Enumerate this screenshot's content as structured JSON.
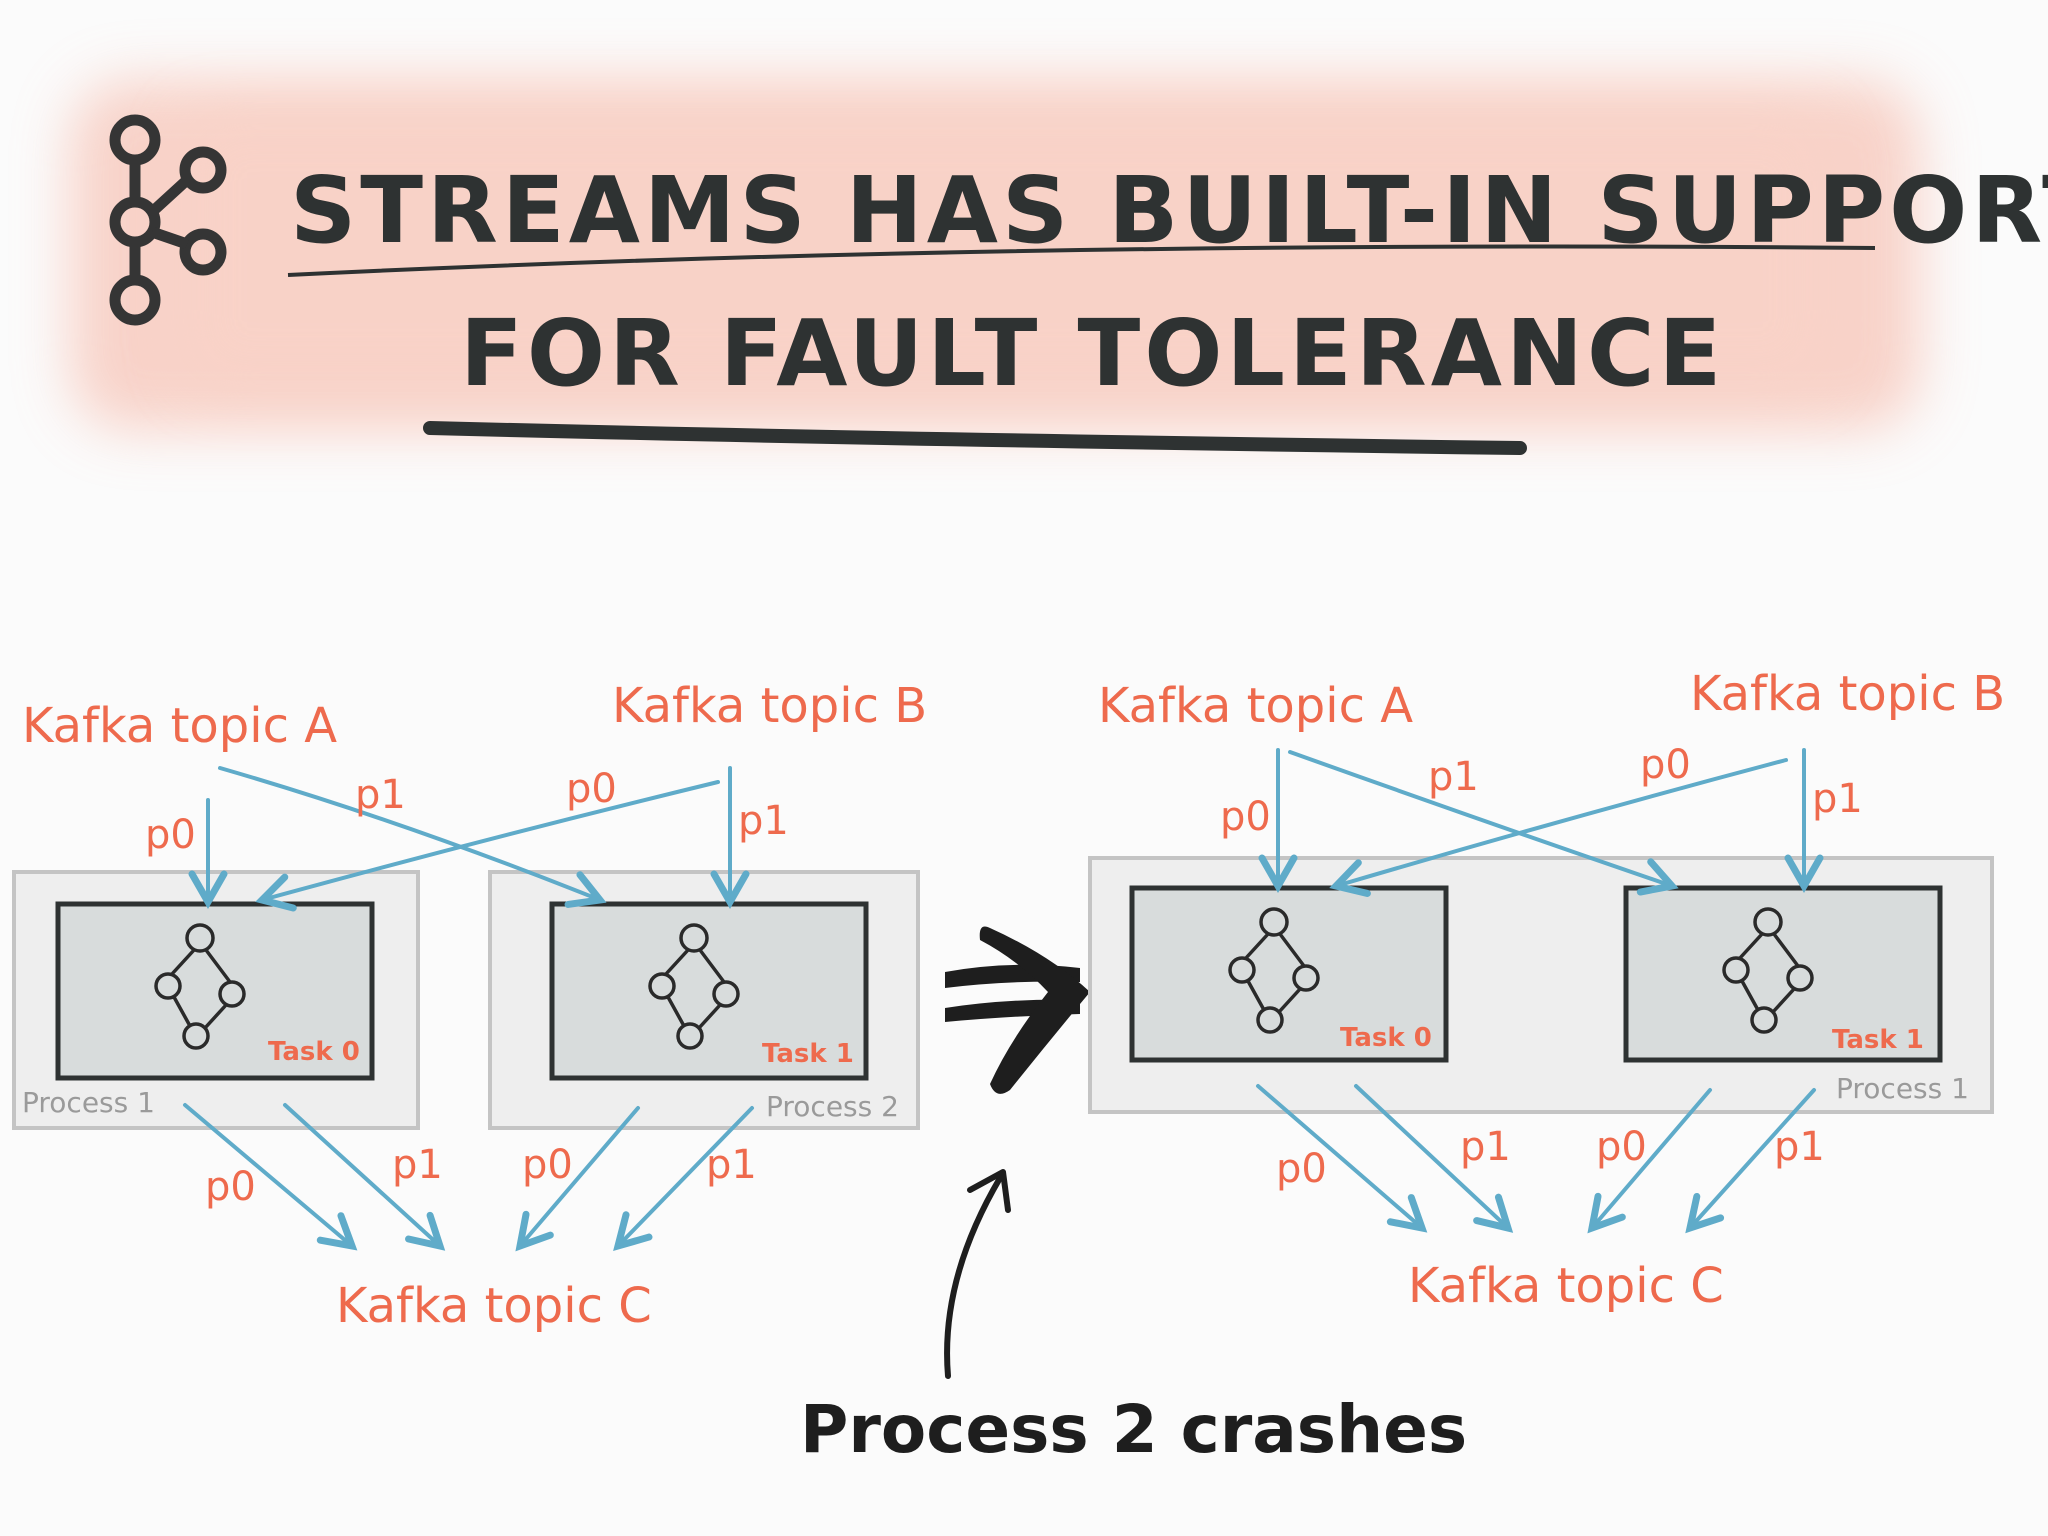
{
  "title": {
    "line1": "STREAMS HAS BUILT-IN SUPPORT",
    "line2": "FOR FAULT TOLERANCE"
  },
  "before": {
    "topic_a": "Kafka topic A",
    "topic_b": "Kafka topic B",
    "topic_c": "Kafka topic C",
    "in_labels": [
      "p0",
      "p1",
      "p0",
      "p1"
    ],
    "out_labels": [
      "p0",
      "p1",
      "p0",
      "p1"
    ],
    "task0": "Task 0",
    "task1": "Task 1",
    "process1": "Process 1",
    "process2": "Process 2"
  },
  "after": {
    "topic_a": "Kafka topic A",
    "topic_b": "Kafka topic B",
    "topic_c": "Kafka topic C",
    "in_labels": [
      "p0",
      "p1",
      "p0",
      "p1"
    ],
    "out_labels": [
      "p0",
      "p1",
      "p0",
      "p1"
    ],
    "task0": "Task 0",
    "task1": "Task 1",
    "process1": "Process 1"
  },
  "annotation": "Process 2 crashes",
  "colors": {
    "topic": "#ee6a4d",
    "arrow": "#5fabc9",
    "ink": "#2e3232",
    "box": "#d8dcdc",
    "process": "#eeeeee",
    "highlight": "#f7c5b8"
  },
  "icons": [
    "kafka-logo-icon",
    "task-graph-icon",
    "transition-arrow-icon"
  ]
}
